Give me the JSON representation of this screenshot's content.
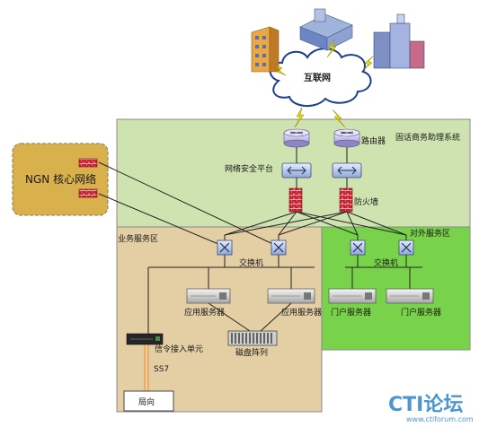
{
  "colors": {
    "green_zone": "#cfe3b0",
    "tan_zone": "#e4cfa5",
    "bright_green": "#78d24a",
    "ngn_box": "#d8b14d",
    "cloud_outline": "#1d3f8f",
    "ss7_line": "#f0a050",
    "firewall": "#cc2233",
    "watermark": "#2b86c6"
  },
  "labels": {
    "internet": "互联网",
    "ngn": "NGN 核心网络",
    "router": "路由器",
    "system": "固话商务助理系统",
    "security_platform": "网络安全平台",
    "firewall": "防火墙",
    "business_zone": "业务服务区",
    "external_zone": "对外服务区",
    "switch_left": "交换机",
    "switch_right": "交换机",
    "app_server_1": "应用服务器",
    "app_server_2": "应用服务器",
    "portal_server_1": "门户服务器",
    "portal_server_2": "门户服务器",
    "signaling_unit": "信令接入单元",
    "disk_array": "磁盘阵列",
    "ss7": "SS7",
    "exchange": "局向"
  },
  "watermark": {
    "logo_text": "CTI论坛",
    "url": "www.ctiforum.com"
  }
}
